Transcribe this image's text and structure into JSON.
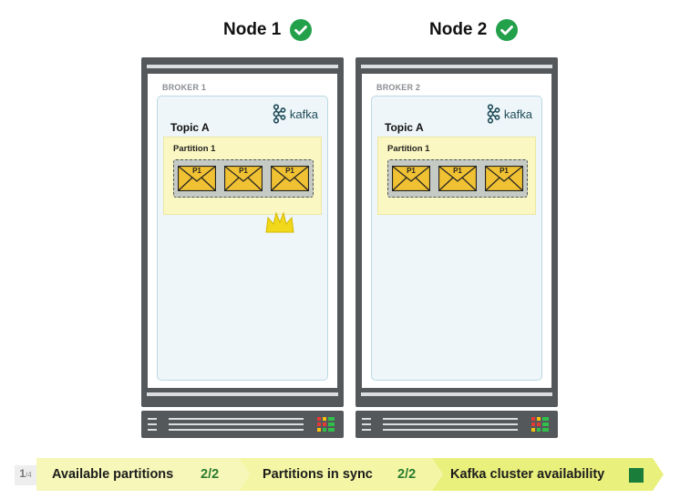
{
  "nodes": [
    {
      "title": "Node 1",
      "status_icon": "check-circle-icon",
      "broker_label": "BROKER 1",
      "kafka_label": "kafka",
      "topic": "Topic A",
      "partition": "Partition 1",
      "messages": [
        "P1",
        "P1",
        "P1"
      ],
      "leader_icon": "crown-icon"
    },
    {
      "title": "Node 2",
      "status_icon": "check-circle-icon",
      "broker_label": "BROKER 2",
      "kafka_label": "kafka",
      "topic": "Topic A",
      "partition": "Partition 1",
      "messages": [
        "P1",
        "P1",
        "P1"
      ]
    }
  ],
  "status_bar": {
    "page_current": "1",
    "page_total": "/4",
    "available_partitions_label": "Available partitions",
    "available_partitions_value": "2/2",
    "in_sync_label": "Partitions in sync",
    "in_sync_value": "2/2",
    "availability_label": "Kafka cluster availability"
  },
  "colors": {
    "status_green": "#22a04a",
    "bar_background": "#f6f7b8",
    "envelope": "#f0c133",
    "crown": "#f2d81b"
  }
}
